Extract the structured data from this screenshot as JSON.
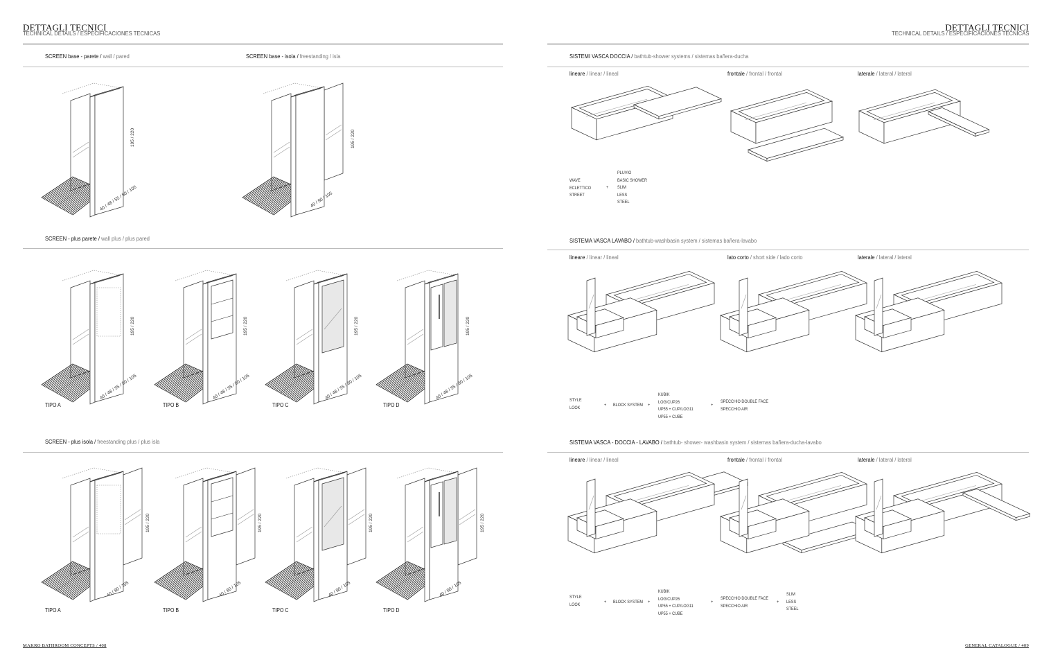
{
  "left_page": {
    "header": {
      "title": "DETTAGLI TECNICI",
      "subtitle": "TECHNICAL DETAILS / ESPECIFICACIONES TECNICAS"
    },
    "sections": [
      {
        "bold": "SCREEN base - parete / ",
        "grey": "wall / pared"
      },
      {
        "bold": "SCREEN base - isola / ",
        "grey": "freestanding / isla"
      },
      {
        "bold": "SCREEN - plus parete / ",
        "grey": "wall plus / plus pared"
      },
      {
        "bold": "SCREEN - plus isola / ",
        "grey": "freestanding plus / plus isla"
      }
    ],
    "dims": {
      "height": "195 / 220",
      "wall_width": "40 / 48 / 55 / 80 / 105",
      "island_width": "40 / 80 / 105"
    },
    "types": [
      "TIPO A",
      "TIPO B",
      "TIPO C",
      "TIPO D"
    ],
    "footer": "MAKRO BATHROOM CONCEPTS / 408"
  },
  "right_page": {
    "header": {
      "title": "DETTAGLI TECNICI",
      "subtitle": "TECHNICAL DETAILS / ESPECIFICACIONES TECNICAS"
    },
    "sections": [
      {
        "bold": "SISTEMI VASCA DOCCIA / ",
        "grey": "bathtub-shower systems / sistemas bañera-ducha"
      },
      {
        "bold": "SISTEMA VASCA LAVABO / ",
        "grey": "bathtub-washbasin system / sistemas bañera-lavabo"
      },
      {
        "bold": "SISTEMA VASCA - DOCCIA - LAVABO / ",
        "grey": "bathtub- shower- washbasin system / sistemas bañera-ducha-lavabo"
      }
    ],
    "variants_1": [
      {
        "bold": "lineare ",
        "grey": " / linear / lineal"
      },
      {
        "bold": "frontale ",
        "grey": " / frontal / frontal"
      },
      {
        "bold": "laterale ",
        "grey": " / lateral / lateral"
      }
    ],
    "variants_2": [
      {
        "bold": "lineare ",
        "grey": " / linear / lineal"
      },
      {
        "bold": "lato corto ",
        "grey": " / short side / lado corto"
      },
      {
        "bold": "laterale ",
        "grey": " / lateral / lateral"
      }
    ],
    "variants_3": [
      {
        "bold": "lineare ",
        "grey": " / linear / lineal"
      },
      {
        "bold": "frontale ",
        "grey": " / frontal / frontal"
      },
      {
        "bold": "laterale ",
        "grey": " / lateral / lateral"
      }
    ],
    "combo_1": {
      "tubs": "WAVE\nECLETTICO\nSTREET",
      "plus": "+",
      "showers": "PLUVIO\nBASIC SHOWER\nSLIM\nLESS\nSTEEL"
    },
    "combo_2": {
      "tubs": "STYLE\nLOOK",
      "plus": "+",
      "furniture": "BLOCK SYSTEM",
      "basins": "KUBIK\nLOG/CUP26\nUP55 + CUP/LOG11\nUP55 + CUBE",
      "mirrors": "SPECCHIO DOUBLE FACE\nSPECCHIO AIR"
    },
    "combo_3": {
      "tubs": "STYLE\nLOOK",
      "plus": "+",
      "furniture": "BLOCK SYSTEM",
      "basins": "KUBIK\nLOG/CUP26\nUP55 + CUP/LOG11\nUP55 + CUBE",
      "mirrors": "SPECCHIO DOUBLE FACE\nSPECCHIO AIR",
      "showers": "SLIM\nLESS\nSTEEL"
    },
    "footer": "GENERAL CATALOGUE / 409"
  }
}
